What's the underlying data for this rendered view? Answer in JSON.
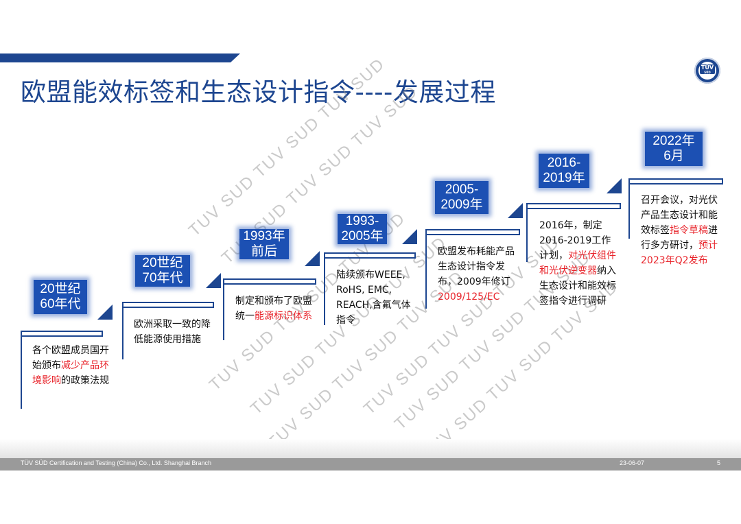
{
  "title": "欧盟能效标签和生态设计指令----发展过程",
  "logo": {
    "text": "TÜV",
    "sub": "SÜD"
  },
  "watermark": "TUV SUD TUV SUD TUV SUD",
  "stages": [
    {
      "era": "20世纪 60年代",
      "desc": [
        {
          "t": "各个欧盟成员国开始颁布"
        },
        {
          "t": "减少产品环境影响",
          "red": true
        },
        {
          "t": "的政策法规"
        }
      ]
    },
    {
      "era": "20世纪 70年代",
      "desc": [
        {
          "t": "欧洲采取一致的降低能源使用措施"
        }
      ]
    },
    {
      "era": "1993年 前后",
      "desc": [
        {
          "t": "制定和颁布了欧盟统一"
        },
        {
          "t": "能源标识体系",
          "red": true
        }
      ]
    },
    {
      "era": "1993- 2005年",
      "desc": [
        {
          "t": "陆续颁布WEEE, RoHS, EMC, REACH,含氟气体指令"
        }
      ]
    },
    {
      "era": "2005- 2009年",
      "desc": [
        {
          "t": "欧盟发布耗能产品生态设计指令发布，2009年修订"
        },
        {
          "t": "2009/125/EC",
          "red": true
        }
      ]
    },
    {
      "era": "2016- 2019年",
      "desc": [
        {
          "t": "2016年，制定2016-2019工作计划，"
        },
        {
          "t": "对光伏组件和光伏逆变器",
          "red": true
        },
        {
          "t": "纳入生态设计和能效标签指令进行调研"
        }
      ]
    },
    {
      "era": "2022年 6月",
      "desc": [
        {
          "t": "召开会议，对光伏产品生态设计和能效标签"
        },
        {
          "t": "指令草稿",
          "red": true
        },
        {
          "t": "进行多方研讨，"
        },
        {
          "t": "预计2023年Q2发布",
          "red": true
        }
      ]
    }
  ],
  "footer": {
    "company": "TÜV SÜD Certification and Testing (China) Co., Ltd. Shanghai Branch",
    "date": "23-06-07",
    "page": "5"
  },
  "colors": {
    "brand": "#1d4690",
    "era_box": "#1c50b3",
    "highlight": "#e8232a"
  }
}
